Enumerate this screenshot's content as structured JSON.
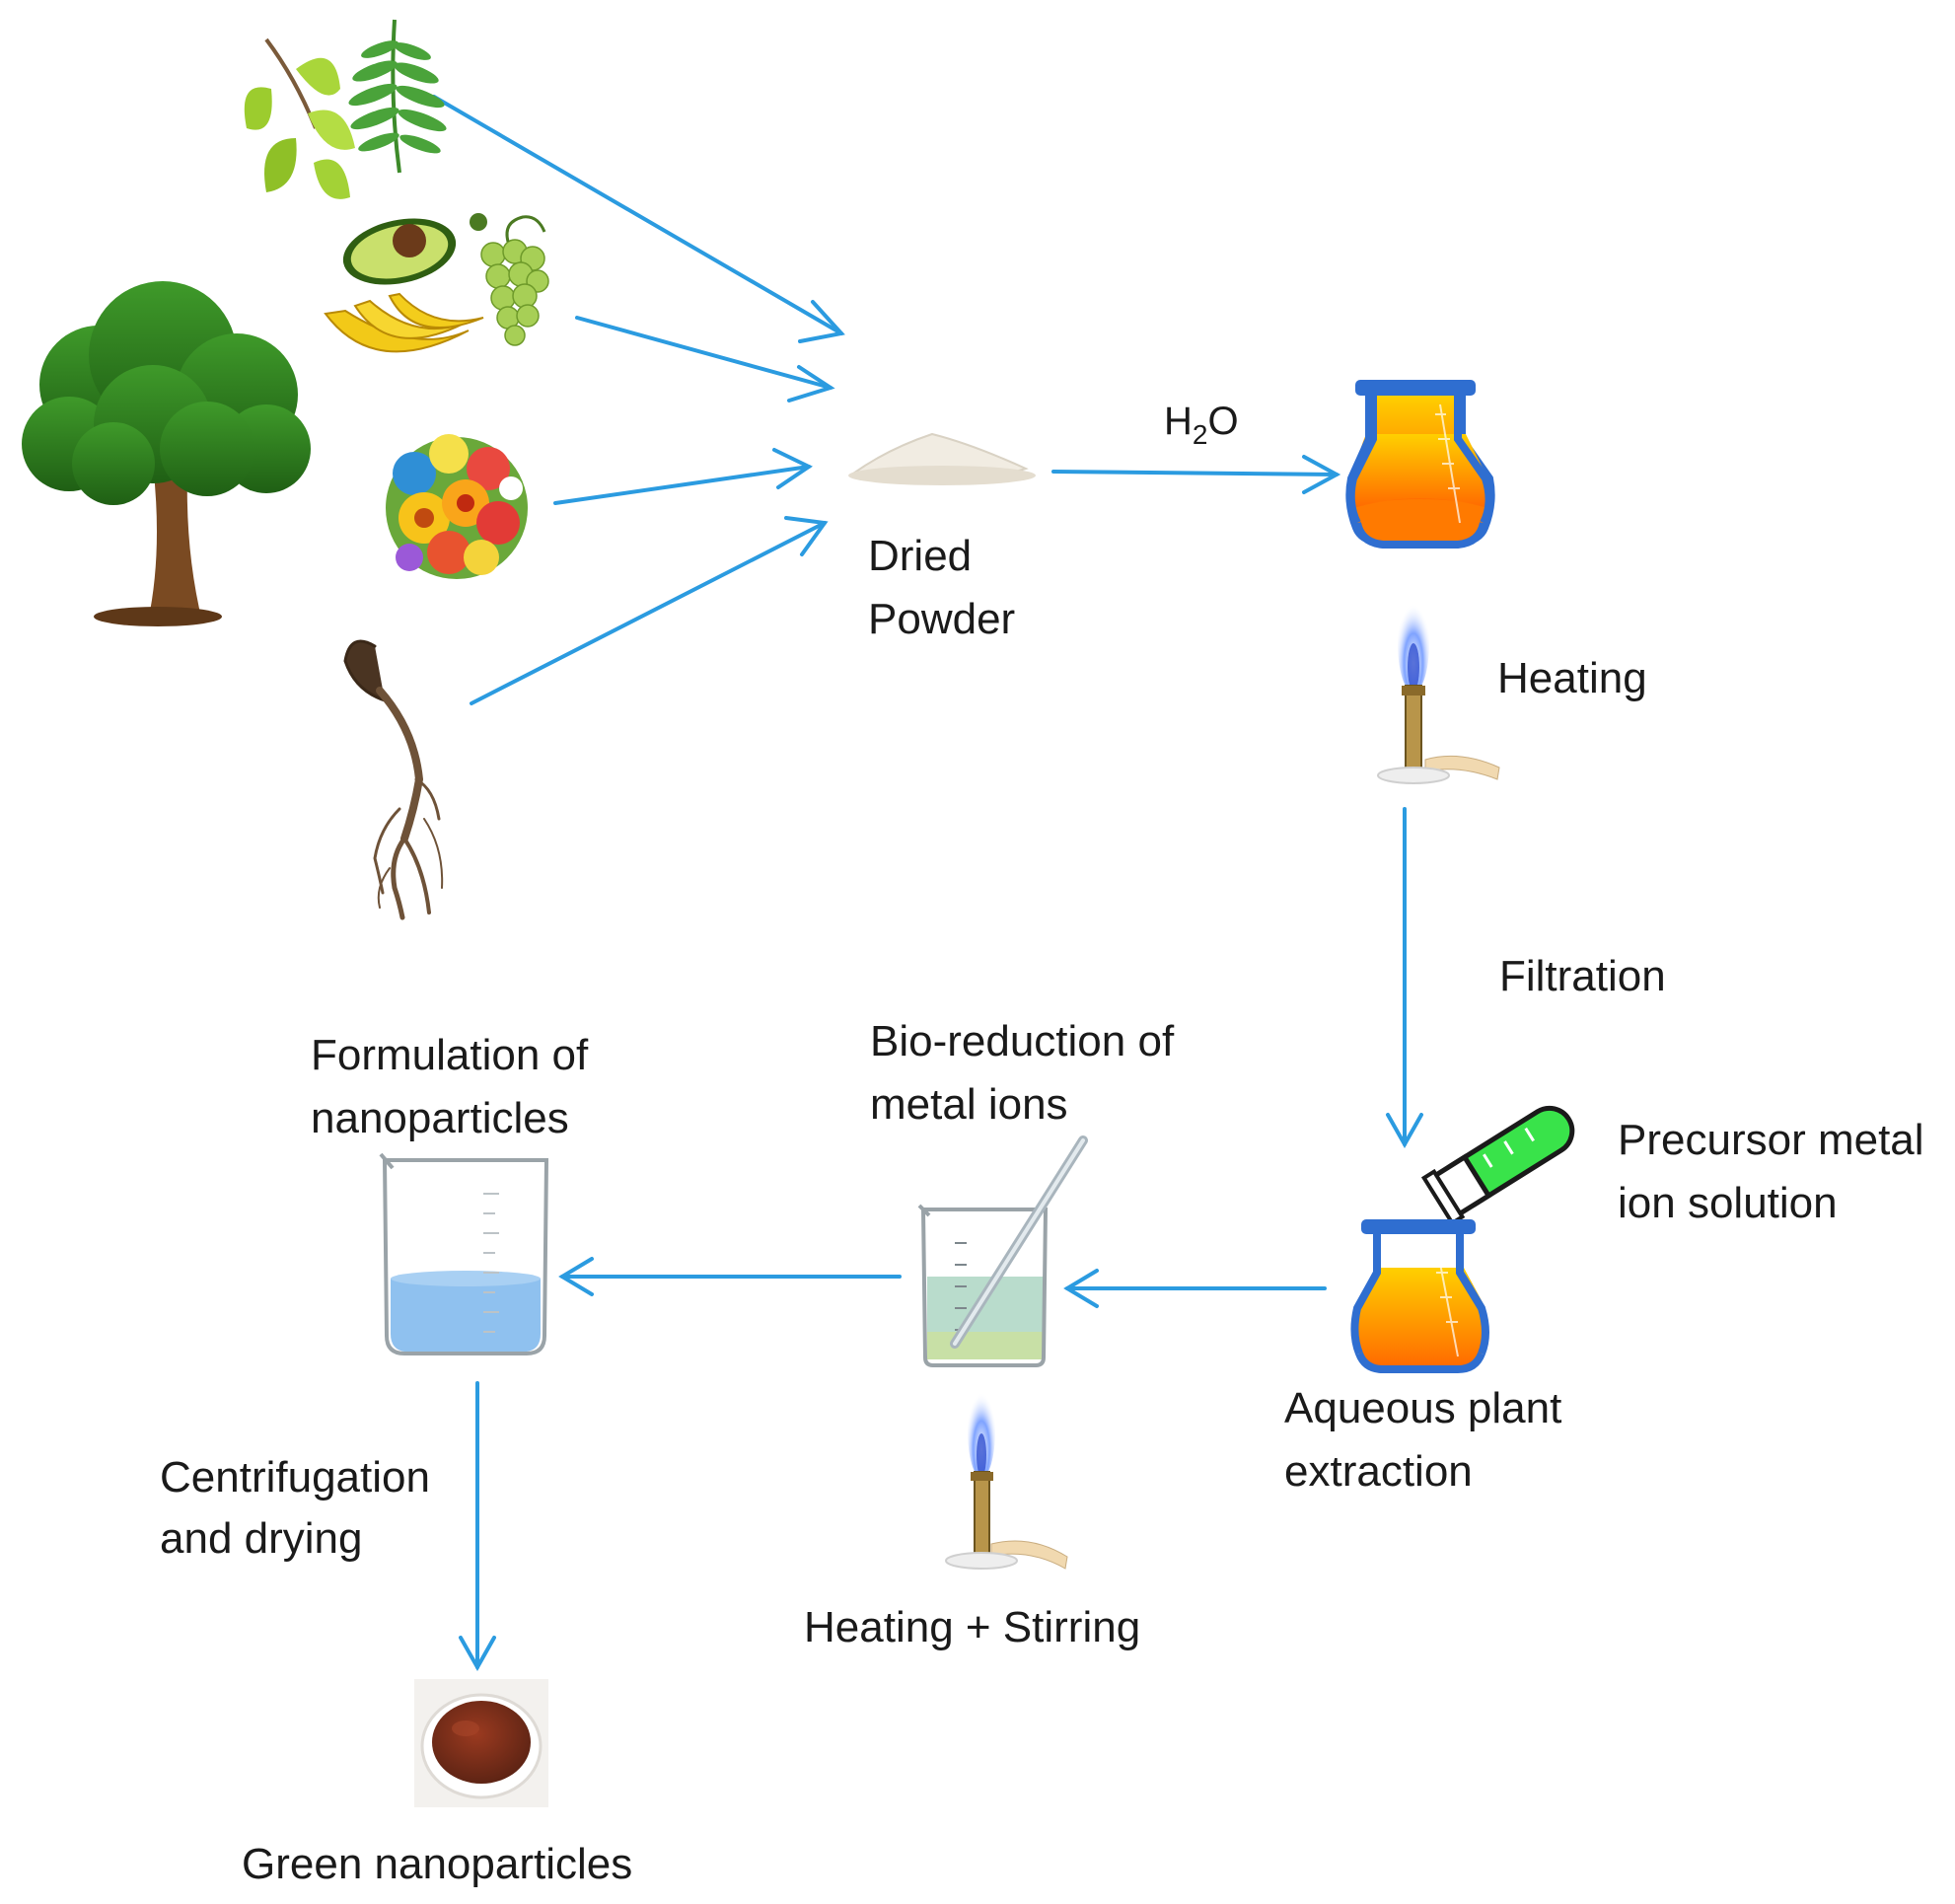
{
  "labels": {
    "h2o": {
      "main": "H",
      "sub": "2",
      "tail": "O"
    },
    "dried_powder": [
      "Dried",
      "Powder"
    ],
    "heating": "Heating",
    "filtration": "Filtration",
    "precursor": [
      "Precursor metal",
      "ion solution"
    ],
    "aqueous": [
      "Aqueous plant",
      "extraction"
    ],
    "bioreduction": [
      "Bio-reduction of",
      "metal ions"
    ],
    "formulation": [
      "Formulation of",
      "nanoparticles"
    ],
    "heating_stirring": "Heating + Stirring",
    "centrifugation": [
      "Centrifugation",
      "and drying"
    ],
    "green": "Green nanoparticles"
  },
  "icons": {
    "leaves": "leaves-icon",
    "fern": "fern-icon",
    "fruits": "fruits-icon",
    "tree": "tree-icon",
    "flowers": "flowers-icon",
    "root": "root-icon",
    "powder": "powder-pile-icon",
    "flask": "erlenmeyer-flask-icon",
    "burner": "bunsen-burner-icon",
    "test_tube": "test-tube-icon",
    "beaker": "beaker-icon",
    "dish": "nanoparticle-dish-icon"
  },
  "colors": {
    "arrow": "#2b9be0",
    "flask_glass": "#2f6ed0",
    "liquid_orange": "#ff8a00",
    "liquid_green": "#c7e3b0",
    "liquid_blue": "#8fc1ef",
    "precursor_green": "#39e34a",
    "tree_green": "#2f7d1e",
    "powder_color": "#f1ece2",
    "nanoparticle_brown": "#7a2e1a"
  }
}
